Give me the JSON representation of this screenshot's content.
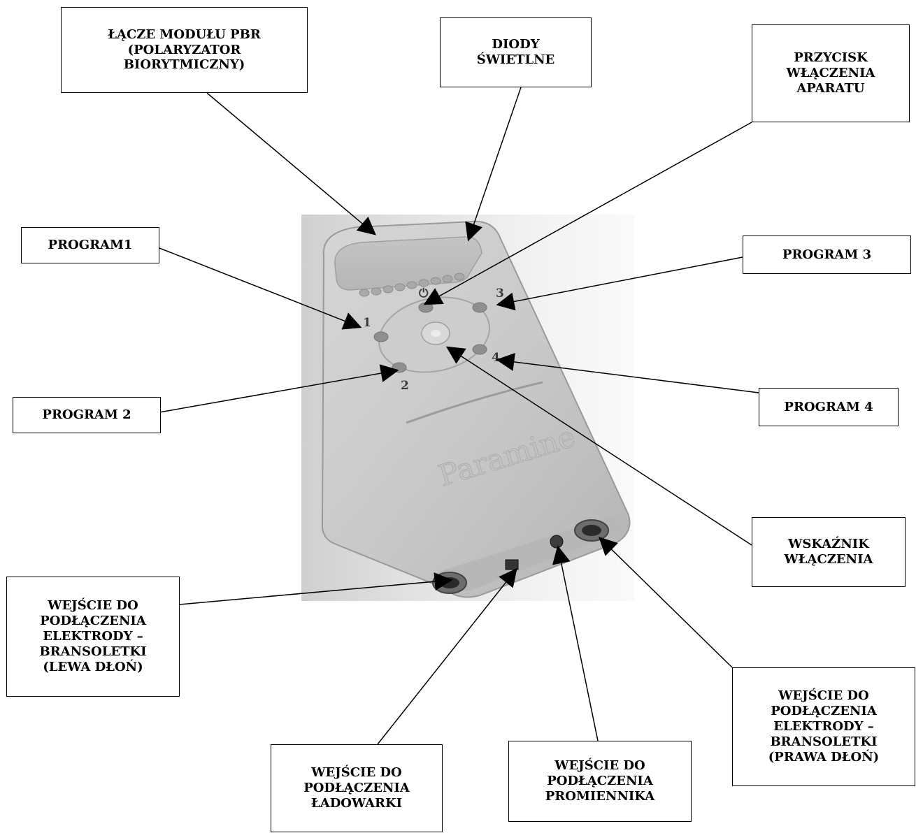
{
  "device": {
    "logo_text": "Paramine",
    "program_numbers": [
      "1",
      "2",
      "3",
      "4"
    ],
    "power_symbol": "⏻"
  },
  "labels": [
    {
      "id": "pbr-module",
      "lines": [
        "ŁĄCZE MODUŁU PBR",
        "(POLARYZATOR",
        "BIORYTMICZNY)"
      ]
    },
    {
      "id": "diodes",
      "lines": [
        "DIODY",
        "ŚWIETLNE"
      ]
    },
    {
      "id": "power-button",
      "lines": [
        "PRZYCISK",
        "WŁĄCZENIA",
        "APARATU"
      ]
    },
    {
      "id": "program-1",
      "lines": [
        "PROGRAM1"
      ]
    },
    {
      "id": "program-3",
      "lines": [
        "PROGRAM 3"
      ]
    },
    {
      "id": "program-2",
      "lines": [
        "PROGRAM 2"
      ]
    },
    {
      "id": "program-4",
      "lines": [
        "PROGRAM 4"
      ]
    },
    {
      "id": "power-indicator",
      "lines": [
        "WSKAŹNIK",
        "WŁĄCZENIA"
      ]
    },
    {
      "id": "left-electrode",
      "lines": [
        "WEJŚCIE DO",
        "PODŁĄCZENIA",
        "ELEKTRODY –",
        "BRANSOLETKI",
        "(LEWA DŁOŃ)"
      ]
    },
    {
      "id": "right-electrode",
      "lines": [
        "WEJŚCIE DO",
        "PODŁĄCZENIA",
        "ELEKTRODY –",
        "BRANSOLETKI",
        "(PRAWA DŁOŃ)"
      ]
    },
    {
      "id": "charger",
      "lines": [
        "WEJŚCIE DO",
        "PODŁĄCZENIA",
        "ŁADOWARKI"
      ]
    },
    {
      "id": "radiator",
      "lines": [
        "WEJŚCIE DO",
        "PODŁĄCZENIA",
        "PROMIENNIKA"
      ]
    }
  ]
}
